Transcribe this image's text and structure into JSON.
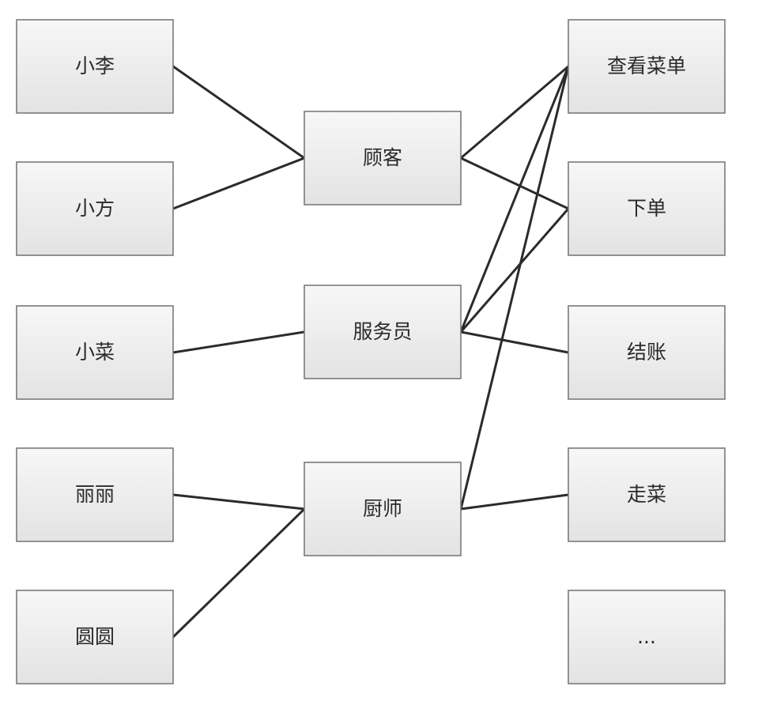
{
  "users": [
    {
      "id": "xiaoli",
      "label": "小李"
    },
    {
      "id": "xiaofang",
      "label": "小方"
    },
    {
      "id": "xiaocai",
      "label": "小菜"
    },
    {
      "id": "lili",
      "label": "丽丽"
    },
    {
      "id": "yuanyuan",
      "label": "圆圆"
    }
  ],
  "roles": [
    {
      "id": "customer",
      "label": "顾客"
    },
    {
      "id": "waiter",
      "label": "服务员"
    },
    {
      "id": "chef",
      "label": "厨师"
    }
  ],
  "permissions": [
    {
      "id": "view-menu",
      "label": "查看菜单"
    },
    {
      "id": "order",
      "label": "下单"
    },
    {
      "id": "checkout",
      "label": "结账"
    },
    {
      "id": "serve",
      "label": "走菜"
    },
    {
      "id": "more",
      "label": "..."
    }
  ],
  "edges": [
    [
      "xiaoli",
      "customer"
    ],
    [
      "xiaofang",
      "customer"
    ],
    [
      "xiaocai",
      "waiter"
    ],
    [
      "lili",
      "chef"
    ],
    [
      "yuanyuan",
      "chef"
    ],
    [
      "customer",
      "view-menu"
    ],
    [
      "customer",
      "order"
    ],
    [
      "waiter",
      "view-menu"
    ],
    [
      "waiter",
      "order"
    ],
    [
      "waiter",
      "checkout"
    ],
    [
      "chef",
      "view-menu"
    ],
    [
      "chef",
      "serve"
    ]
  ]
}
